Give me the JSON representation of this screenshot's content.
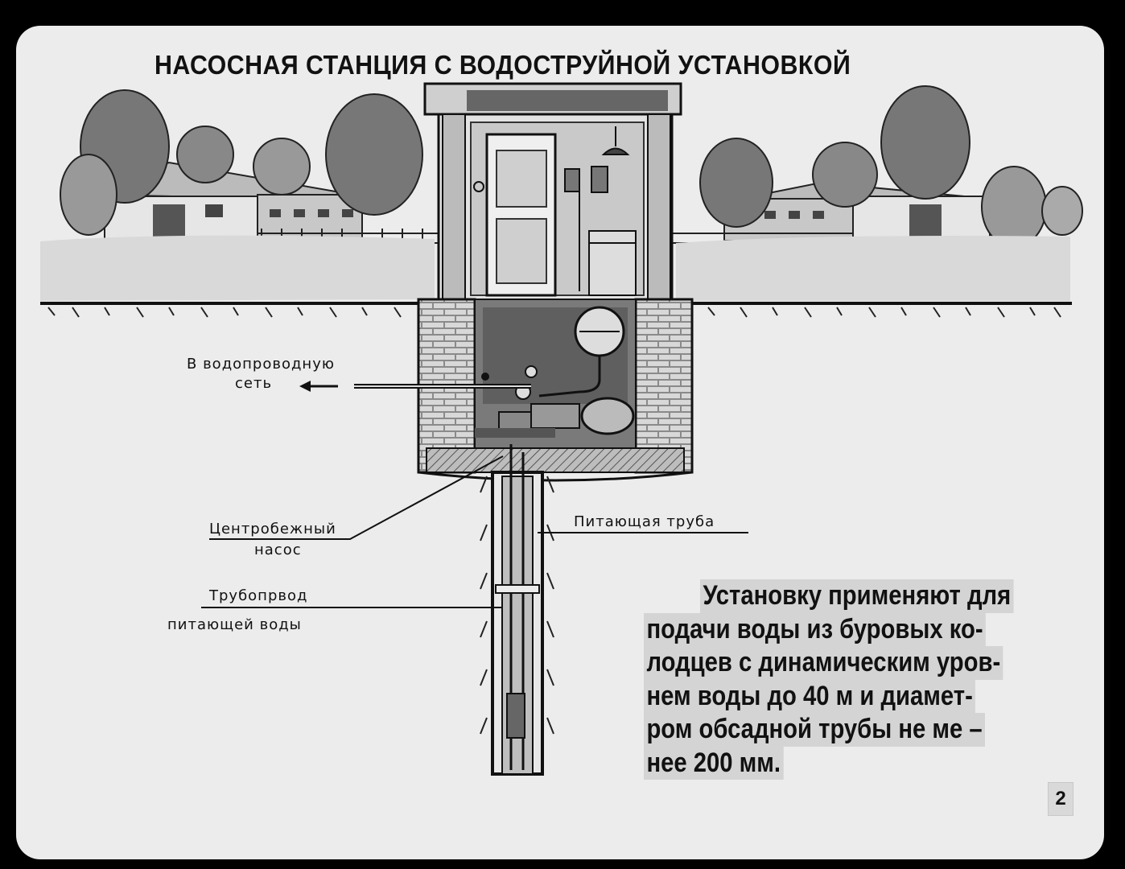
{
  "title": "НАСОСНАЯ СТАНЦИЯ С ВОДОСТРУЙНОЙ УСТАНОВКОЙ",
  "labels": {
    "network_line1": "В водопроводную",
    "network_line2": "сеть",
    "pump_line1": "Центробежный",
    "pump_line2": "насос",
    "feed_pipe": "Питающая труба",
    "pipeline_line1": "Трубопрвод",
    "pipeline_line2": "питающей воды"
  },
  "description_lines": [
    "Установку применяют для",
    "подачи воды из буровых ко-",
    "лодцев с динамическим уров-",
    "нем воды до 40 м и диамет-",
    "ром обсадной трубы не ме –",
    "нее 200 мм."
  ],
  "page_number": "2",
  "colors": {
    "paper": "#ececec",
    "ink": "#111111",
    "frame": "#000000"
  }
}
